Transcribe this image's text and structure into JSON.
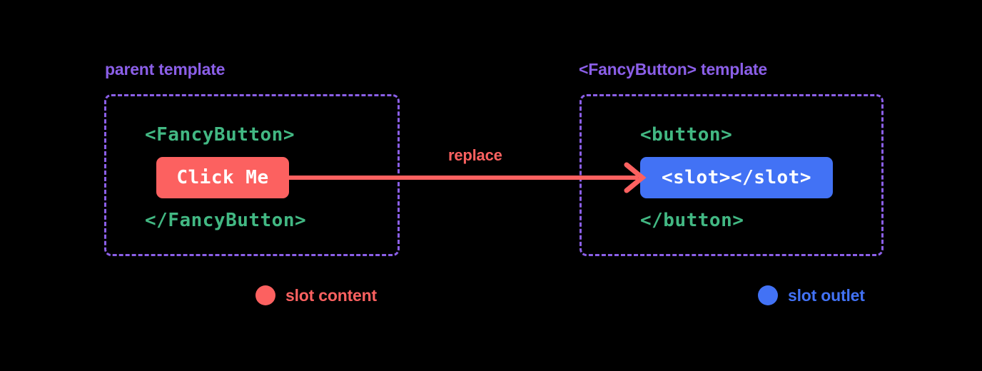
{
  "diagram": {
    "title": "Vue slot content and slot outlet diagram",
    "background": "#000000",
    "colors": {
      "caption_purple": "#8b5fe8",
      "code_green": "#42b883",
      "slot_content_red": "#fc6160",
      "slot_outlet_blue": "#4272f5",
      "chip_text": "#ffffff"
    }
  },
  "panels": {
    "parent": {
      "caption": "parent template",
      "code_open": "<FancyButton>",
      "chip_label": "Click Me",
      "code_close": "</FancyButton>"
    },
    "fancy": {
      "caption": "<FancyButton> template",
      "code_open": "<button>",
      "chip_label": "<slot></slot>",
      "code_close": "</button>"
    }
  },
  "arrow": {
    "label": "replace",
    "direction": "left-to-right",
    "color": "#fc6160"
  },
  "legend": [
    {
      "icon": "red-circle-icon",
      "label": "slot content"
    },
    {
      "icon": "blue-circle-icon",
      "label": "slot outlet"
    }
  ]
}
